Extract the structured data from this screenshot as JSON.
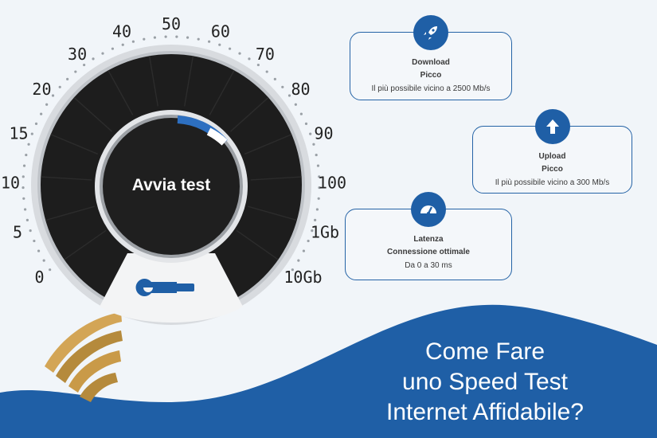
{
  "gauge": {
    "start_label": "Avvia test",
    "scale_labels": [
      "0",
      "5",
      "10",
      "15",
      "20",
      "30",
      "40",
      "50",
      "60",
      "70",
      "80",
      "90",
      "100",
      "1Gb",
      "10Gb"
    ],
    "colors": {
      "dial": "#1d1d1d",
      "ring": "#c9ccd0",
      "accent": "#1f5fa6",
      "wrench": "#1f5fa6"
    }
  },
  "cards": [
    {
      "id": "download",
      "icon": "rocket-icon",
      "title": "Download",
      "subtitle": "Picco",
      "detail": "Il più possibile vicino a 2500 Mb/s"
    },
    {
      "id": "upload",
      "icon": "arrow-up-icon",
      "title": "Upload",
      "subtitle": "Picco",
      "detail": "Il più possibile vicino a 300 Mb/s"
    },
    {
      "id": "latency",
      "icon": "speedometer-icon",
      "title": "Latenza",
      "subtitle": "Connessione ottimale",
      "detail": "Da 0 a 30 ms"
    }
  ],
  "banner": {
    "title_lines": [
      "Come Fare",
      "uno Speed Test",
      "Internet Affidabile?"
    ],
    "color": "#1f5fa6",
    "logo": "wifi-icon"
  }
}
